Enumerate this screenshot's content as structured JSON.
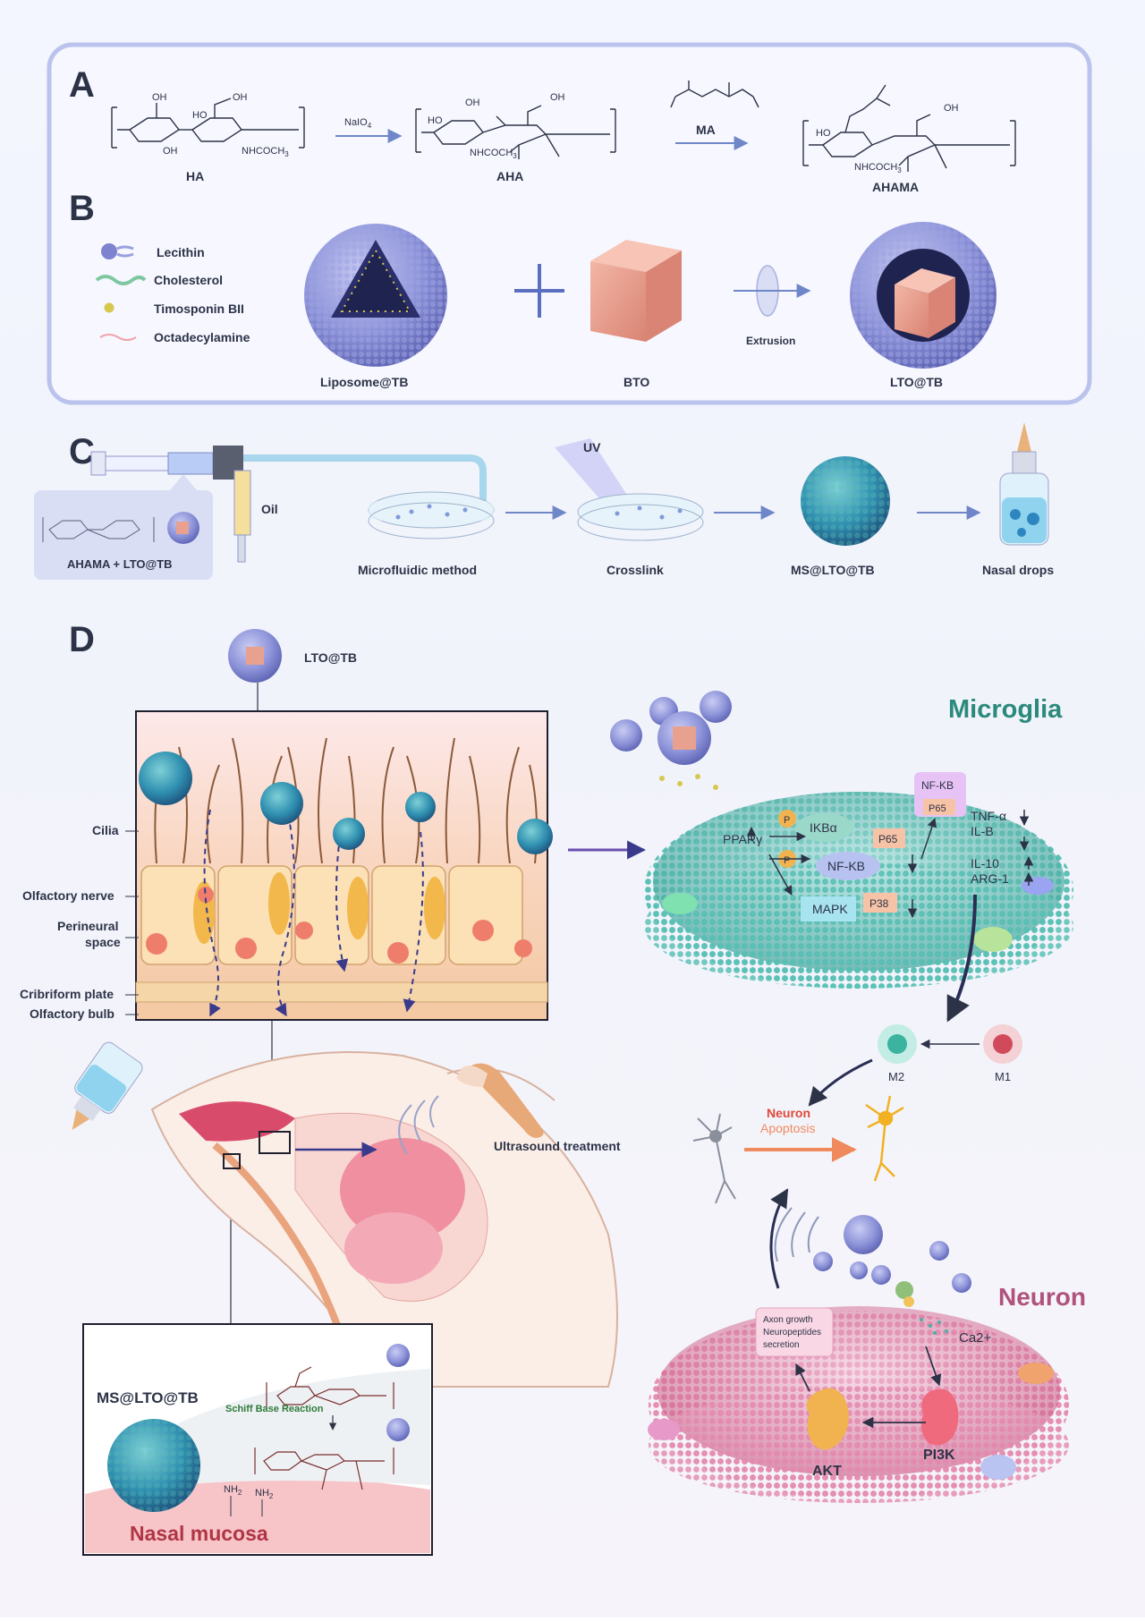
{
  "panels": {
    "a": "A",
    "b": "B",
    "c": "C",
    "d": "D"
  },
  "panel_a": {
    "ha": "HA",
    "aha": "AHA",
    "ahama": "AHAMA",
    "naio4": "NaIO",
    "naio4_sub": "4",
    "ma": "MA",
    "oh": "OH",
    "ho": "HO",
    "nhcoch": "NHCOCH",
    "sub3": "3"
  },
  "panel_b": {
    "legend": [
      "Lecithin",
      "Cholesterol",
      "Timosponin BII",
      "Octadecylamine"
    ],
    "liposome": "Liposome@TB",
    "bto": "BTO",
    "extrusion": "Extrusion",
    "lto": "LTO@TB"
  },
  "panel_c": {
    "oil": "Oil",
    "ahama_lto": "AHAMA + LTO@TB",
    "uv": "UV",
    "steps": [
      "Microfluidic method",
      "Crosslink",
      "MS@LTO@TB",
      "Nasal drops"
    ]
  },
  "panel_d": {
    "lto_label": "LTO@TB",
    "tissue_labels": [
      "Cilia",
      "Olfactory nerve",
      "Perineural space",
      "Cribriform plate",
      "Olfactory bulb"
    ],
    "perineural_1": "Perineural",
    "perineural_2": "space",
    "ultrasound": "Ultrasound treatment",
    "ms_label": "MS@LTO@TB",
    "schiff": "Schiff Base Reaction",
    "nh2": "NH",
    "nh2_sub": "2",
    "nasal_mucosa": "Nasal mucosa",
    "microglia": "Microglia",
    "microglia_items": {
      "ppar": "PPARγ",
      "p": "P",
      "ikba": "IKBα",
      "nfkb": "NF-KB",
      "p65": "P65",
      "mapk": "MAPK",
      "p38": "P38",
      "nfkb_top": "NF-KB",
      "tnf": "TNF-α",
      "ilb": "IL-B",
      "il10": "IL-10",
      "arg1": "ARG-1"
    },
    "m2": "M2",
    "m1": "M1",
    "neuron_word": "Neuron",
    "apoptosis": "Apoptosis",
    "neuron": "Neuron",
    "axon_box": [
      "Axon growth",
      "Neuropeptides",
      "secretion"
    ],
    "ca": "Ca2+",
    "akt": "AKT",
    "pi3k": "PI3K"
  },
  "colors": {
    "frame": "#b9c3ec",
    "liposome": "#8c92d8",
    "bto": "#e8a08f",
    "microglia": "#3fb3a8",
    "neuron": "#d9709a",
    "title_green": "#2b8a7b",
    "title_pink": "#b0527c"
  }
}
